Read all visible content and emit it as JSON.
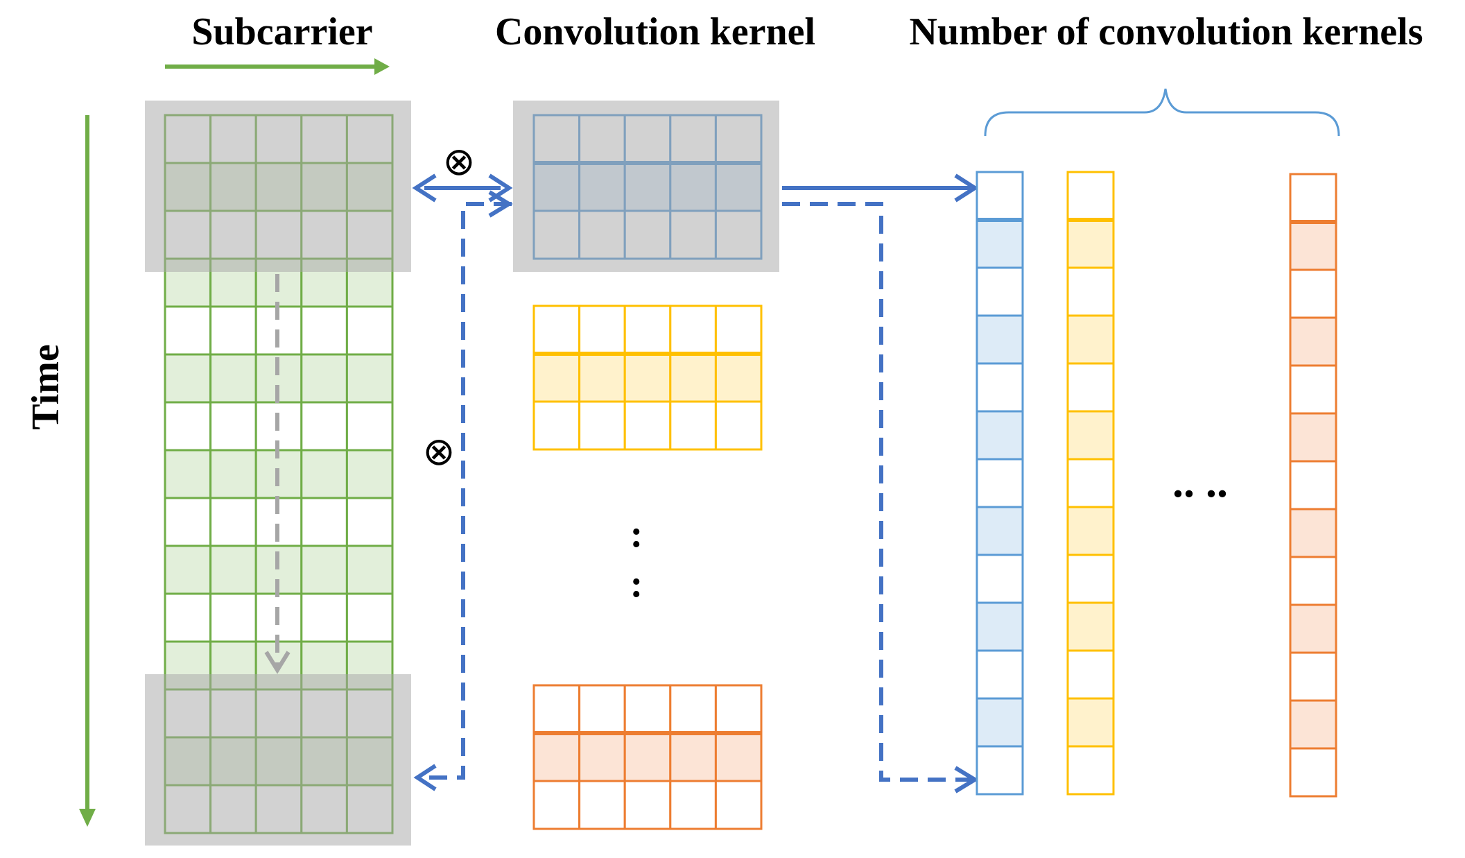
{
  "labels": {
    "subcarrier": "Subcarrier",
    "convolution_kernel": "Convolution kernel",
    "number_of_kernels": "Number of convolution kernels",
    "time": "Time"
  },
  "symbols": {
    "multiply_top": "⊗",
    "multiply_mid": "⊗"
  },
  "ellipses": {
    "vertical_1": ":",
    "vertical_2": ":",
    "horizontal": ".. .."
  },
  "colors": {
    "green": "#70ad47",
    "green_fill": "#e2efda",
    "gray_overlay": "#bfbfbf",
    "blue_line": "#4472c4",
    "blue": "#5b9bd5",
    "blue_fill": "#ddebf7",
    "yellow": "#ffc000",
    "yellow_fill": "#fff2cc",
    "orange": "#ed7d31",
    "orange_fill": "#fce4d6",
    "gray_arrow": "#a6a6a6"
  },
  "input_matrix": {
    "rows": 15,
    "cols": 5
  },
  "kernels": [
    {
      "color": "blue",
      "rows": 3,
      "cols": 5
    },
    {
      "color": "yellow",
      "rows": 3,
      "cols": 5
    },
    {
      "color": "orange",
      "rows": 3,
      "cols": 5
    }
  ],
  "output_columns": [
    {
      "color": "blue",
      "cells": 13
    },
    {
      "color": "yellow",
      "cells": 13
    },
    {
      "color": "orange",
      "cells": 13
    }
  ]
}
